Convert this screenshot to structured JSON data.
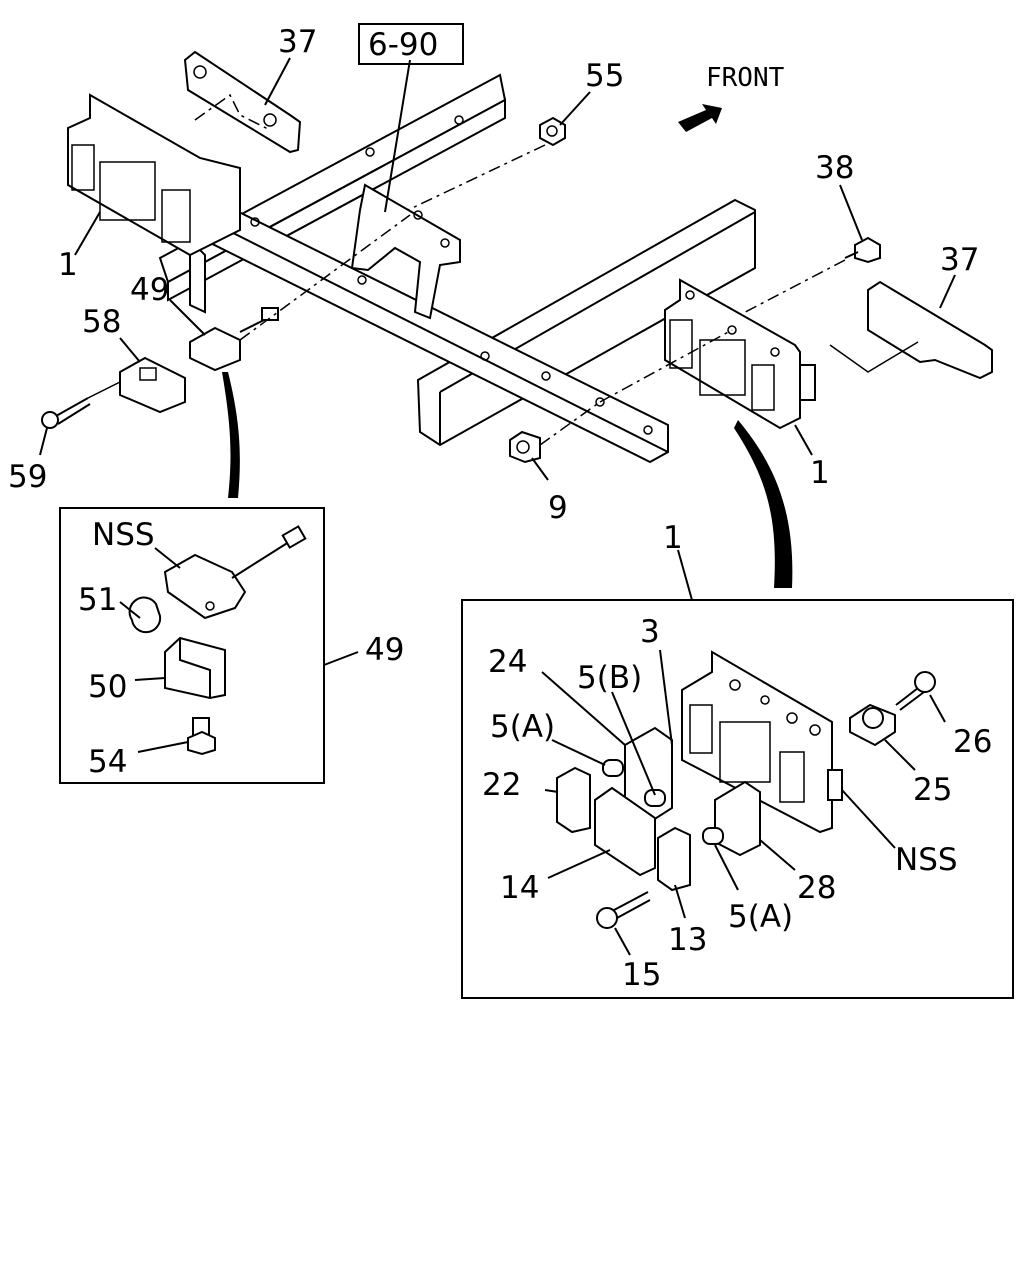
{
  "diagram": {
    "ref_box": "6-90",
    "direction_label": "FRONT",
    "labels": {
      "p37_top": "37",
      "p55": "55",
      "p38": "38",
      "p37_right": "37",
      "p1_left": "1",
      "p49_top": "49",
      "p58": "58",
      "p59": "59",
      "p9": "9",
      "p1_right": "1",
      "p1_detail": "1"
    },
    "left_inset": {
      "nss": "NSS",
      "p51": "51",
      "p50": "50",
      "p54": "54",
      "p49": "49"
    },
    "right_inset": {
      "p3": "3",
      "p24": "24",
      "p5b": "5(B)",
      "p5a_left": "5(A)",
      "p22": "22",
      "p14": "14",
      "p15": "15",
      "p13": "13",
      "p5a_bottom": "5(A)",
      "p28": "28",
      "nss": "NSS",
      "p26": "26",
      "p25": "25"
    }
  }
}
